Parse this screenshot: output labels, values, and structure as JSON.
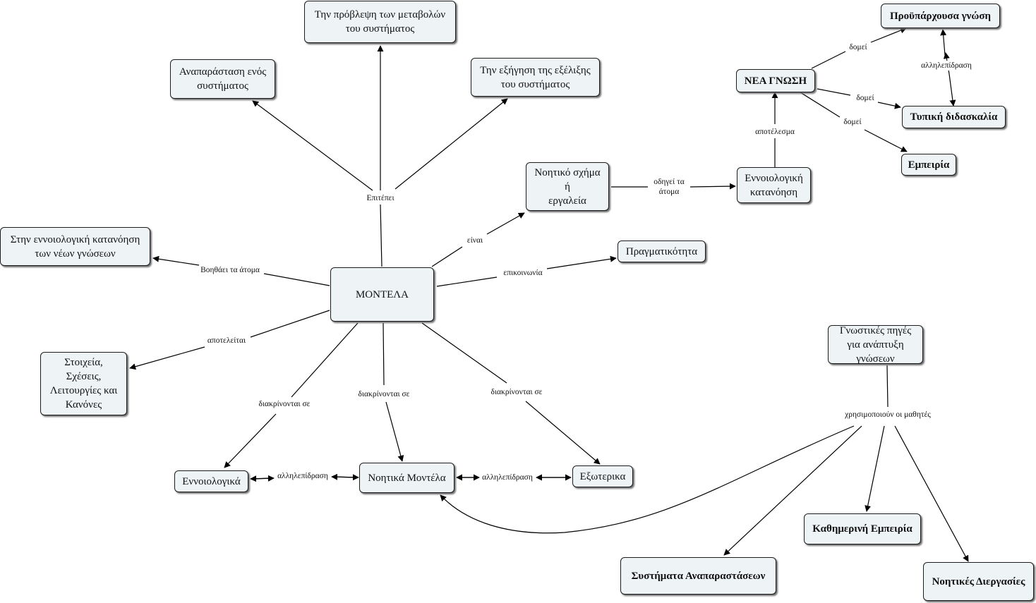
{
  "concepts": {
    "montela": "ΜΟΝΤΕΛΑ",
    "provlepsi": "Την πρόβλεψη των μεταβολών\nτου συστήματος",
    "anaparastasi": "Αναπαράσταση ενός\nσυστήματος",
    "exigisi": "Την εξήγηση της εξέλιξης\nτου συστήματος",
    "noitiko_schima": "Νοητικό σχήμα\nή\nεργαλεία",
    "ennoiologiki_katanoisi": "Εννοιολογική\nκατανόηση",
    "nea_gnosi": "ΝΕΑ ΓΝΩΣΗ",
    "proyparxousa": "Προϋπάρχουσα γνώση",
    "typiki": "Τυπική διδασκαλία",
    "empeiria": "Εμπειρία",
    "pragmatikotita": "Πραγματικότητα",
    "stin_ennoiologiki": "Στην εννοιολογική κατανόηση\nτων νέων γνώσεων",
    "stoixeia": "Στοιχεία,\nΣχέσεις,\nΛειτουργίες και\nΚανόνες",
    "ennoiologika": "Εννοιολογικά",
    "noitika_montela": "Νοητικά Μοντέλα",
    "exoterika": "Εξωτερικα",
    "gnostikes_piges": "Γνωστικές πηγές\nγια ανάπτυξη γνώσεων",
    "kathimerini": "Καθημερινή Εμπειρία",
    "systimata": "Συστήματα Αναπαραστάσεων",
    "noitikes_diergasies": "Νοητικές Διεργασίες"
  },
  "links": {
    "epitrepei": "Επιτέπει",
    "einai": "είναι",
    "odigei": "οδηγεί τα\nάτομα",
    "apotelesma": "αποτέλεσμα",
    "domei_1": "δομεί",
    "domei_2": "δομεί",
    "domei_3": "δομεί",
    "allilepidrasi_top": "αλληλεπίδραση",
    "epikoinonia": "επικοινωνία",
    "voithaei": "Βοηθάει τα άτομα",
    "apoteleitai": "αποτελείται",
    "diakrinontai_1": "διακρίνονται σε",
    "diakrinontai_2": "διακρίνονται σε",
    "diakrinontai_3": "διακρίνονται σε",
    "allilepidrasi_left": "αλληλεπίδραση",
    "allilepidrasi_right": "αλληλεπίδραση",
    "chrisimopoioun": "χρησιμοποιούν οι μαθητές"
  },
  "colors": {
    "node_fill": "#eef3f5",
    "node_border": "#1c1c1c",
    "line": "#000000",
    "shadow": "#6c6c6c"
  }
}
